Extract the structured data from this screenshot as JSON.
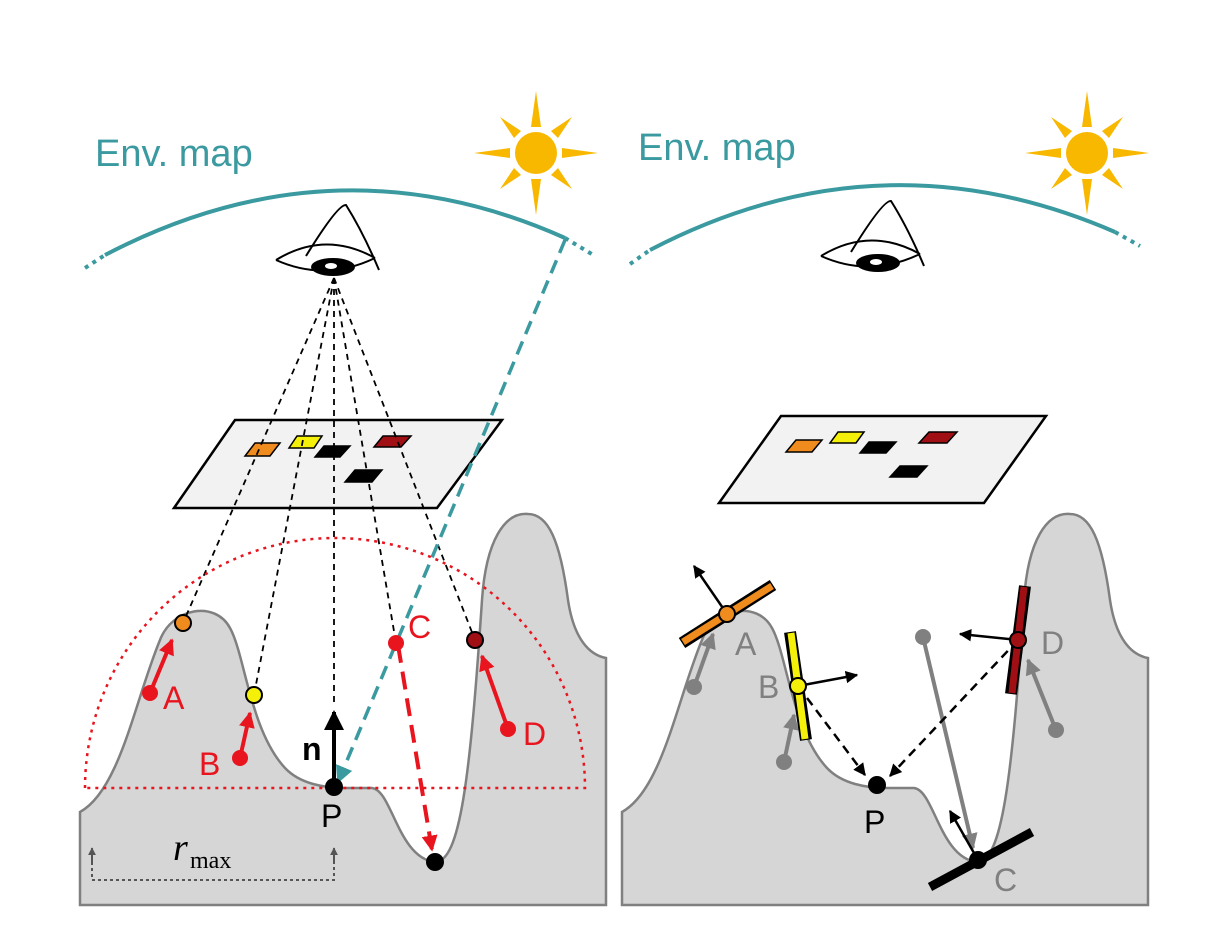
{
  "left_panel": {
    "env_label": "Env. map",
    "points": {
      "A": "A",
      "B": "B",
      "C": "C",
      "D": "D"
    },
    "normal_label": "n",
    "p_label": "P",
    "rmax_symbol": "r",
    "rmax_subscript": "max"
  },
  "right_panel": {
    "env_label": "Env. map",
    "points": {
      "A": "A",
      "B": "B",
      "C": "C",
      "D": "D"
    },
    "p_label": "P"
  },
  "colors": {
    "env_arc": "#3a9aa0",
    "sun": "#f8b800",
    "orange": "#f08c1e",
    "yellow": "#f5f00a",
    "dark_red": "#a00f14",
    "red": "#e8141e",
    "terrain": "#d6d6d6",
    "gray_arrow": "#808080"
  },
  "icons": [
    "sun-icon",
    "eye-icon"
  ]
}
